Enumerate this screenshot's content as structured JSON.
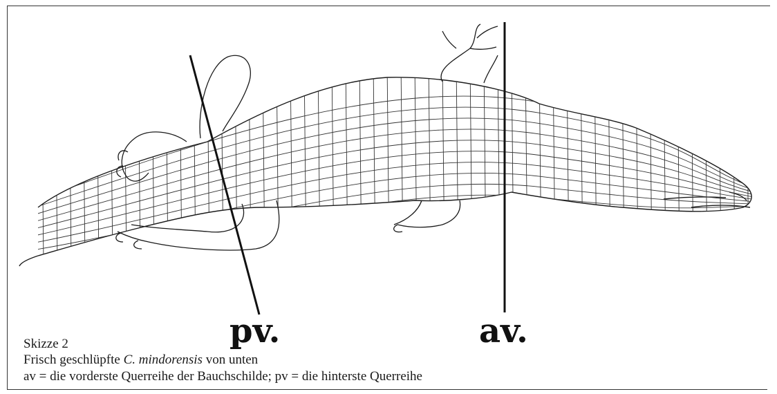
{
  "figure": {
    "markers": {
      "pv": "pv.",
      "av": "av."
    },
    "caption": {
      "line1": "Skizze 2",
      "line2_before": "Frisch geschlüpfte ",
      "line2_species": "C. mindorensis",
      "line2_after": " von unten",
      "line3": "av = die vorderste Querreihe der Bauchschilde; pv = die hinterste Querreihe"
    },
    "colors": {
      "ink": "#1a1a1a",
      "paper": "#ffffff"
    }
  }
}
